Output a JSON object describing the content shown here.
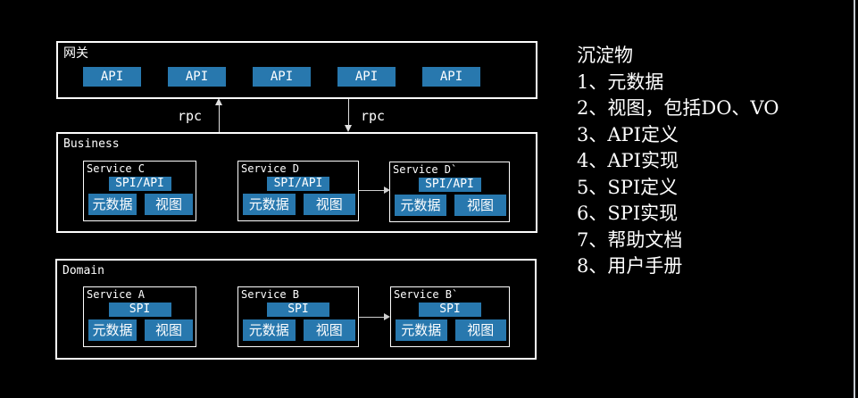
{
  "colors": {
    "background": "#000000",
    "box_border": "#ffffff",
    "block_blue": "#2878ae",
    "connector": "#e0e0e0",
    "edge_line": "#c7cbd2"
  },
  "gateway": {
    "label": "网关",
    "api_boxes": [
      "API",
      "API",
      "API",
      "API",
      "API"
    ]
  },
  "rpc": {
    "left_label": "rpc",
    "right_label": "rpc"
  },
  "business": {
    "label": "Business",
    "services": [
      {
        "name": "Service C",
        "top_block": "SPI/API",
        "blocks": [
          "元数据",
          "视图"
        ]
      },
      {
        "name": "Service D",
        "top_block": "SPI/API",
        "blocks": [
          "元数据",
          "视图"
        ]
      },
      {
        "name": "Service D`",
        "top_block": "SPI/API",
        "blocks": [
          "元数据",
          "视图"
        ]
      }
    ]
  },
  "domain": {
    "label": "Domain",
    "services": [
      {
        "name": "Service A",
        "top_block": "SPI",
        "blocks": [
          "元数据",
          "视图"
        ]
      },
      {
        "name": "Service B",
        "top_block": "SPI",
        "blocks": [
          "元数据",
          "视图"
        ]
      },
      {
        "name": "Service B`",
        "top_block": "SPI",
        "blocks": [
          "元数据",
          "视图"
        ]
      }
    ]
  },
  "legend": {
    "title": "沉淀物",
    "items": [
      "1、元数据",
      "2、视图，包括DO、VO",
      "3、API定义",
      "4、API实现",
      "5、SPI定义",
      "6、SPI实现",
      "7、帮助文档",
      "8、用户手册"
    ]
  }
}
